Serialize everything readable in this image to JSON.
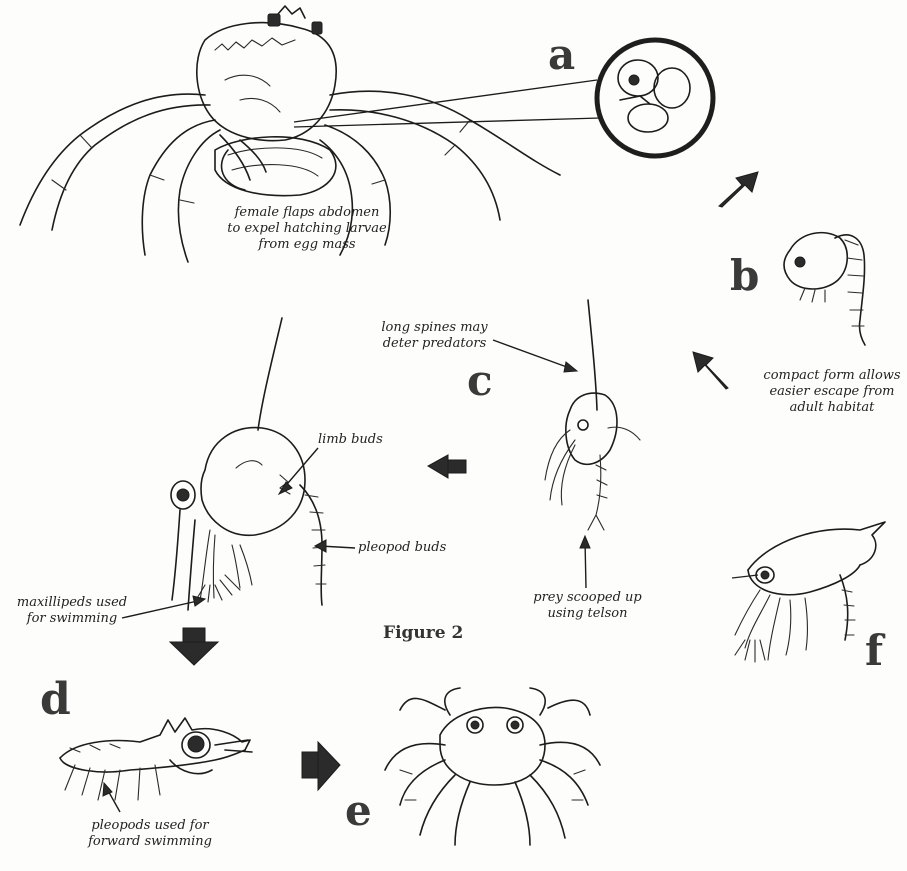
{
  "figure": {
    "title": "Figure 2",
    "stage_labels": {
      "a": "a",
      "b": "b",
      "c": "c",
      "d": "d",
      "e": "e",
      "f": "f"
    },
    "captions": {
      "a": [
        "female flaps abdomen",
        "to expel hatching larvae",
        "from egg mass"
      ],
      "b": [
        "compact form allows",
        "easier escape from",
        "adult habitat"
      ],
      "c_spines": [
        "long spines may",
        "deter predators"
      ],
      "c_prey": [
        "prey scooped up",
        "using telson"
      ],
      "limb_buds": "limb buds",
      "pleopod_buds": "pleopod buds",
      "maxillipeds": [
        "maxillipeds used",
        "for swimming"
      ],
      "d": [
        "pleopods used for",
        "forward swimming"
      ]
    }
  }
}
